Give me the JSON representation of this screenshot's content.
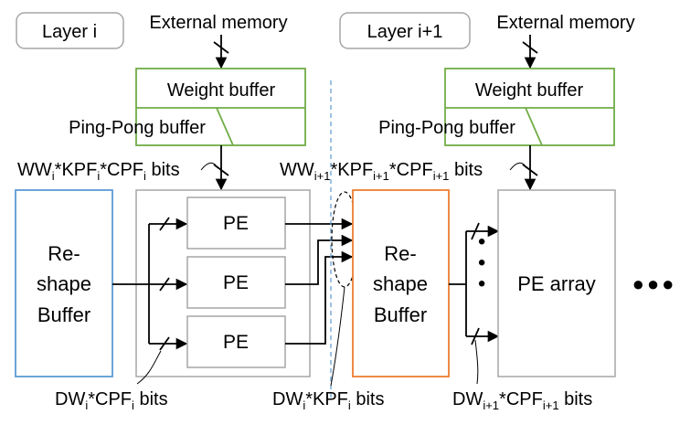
{
  "colors": {
    "weight_buffer_border": "#70ad47",
    "left_reshape_border": "#5b9bd5",
    "right_reshape_border": "#ed7d31",
    "group_border": "#a6a6a6",
    "divider": "#5b9bd5",
    "line": "#000000"
  },
  "layers": {
    "left": "Layer i",
    "right": "Layer i+1"
  },
  "external_memory": {
    "left": "External memory",
    "right": "External memory"
  },
  "weight_buffer": {
    "left": {
      "title": "Weight buffer",
      "pingpong": "Ping-Pong buffer"
    },
    "right": {
      "title": "Weight buffer",
      "pingpong": "Ping-Pong buffer"
    }
  },
  "weight_bus": {
    "left": {
      "p1": "WW",
      "s1": "i",
      "p2": "*KPF",
      "s2": "i",
      "p3": "*CPF",
      "s3": "i",
      "p4": " bits"
    },
    "right": {
      "p1": "WW",
      "s1": "i+1",
      "p2": "*KPF",
      "s2": "i+1",
      "p3": "*CPF",
      "s3": "i+1",
      "p4": " bits"
    }
  },
  "reshape_buffer": {
    "left": {
      "line1": "Re-",
      "line2": "shape",
      "line3": "Buffer"
    },
    "right": {
      "line1": "Re-",
      "line2": "shape",
      "line3": "Buffer"
    }
  },
  "pe_units": [
    "PE",
    "PE",
    "PE"
  ],
  "pe_array": "PE array",
  "ellipsis": "●●●",
  "vertical_dots": "●●●",
  "bottom_labels": {
    "left": {
      "p1": "DW",
      "s1": "i",
      "p2": "*CPF",
      "s2": "i",
      "p3": " bits"
    },
    "mid": {
      "p1": "DW",
      "s1": "i",
      "p2": "*KPF",
      "s2": "i",
      "p3": " bits"
    },
    "right": {
      "p1": "DW",
      "s1": "i+1",
      "p2": "*CPF",
      "s2": "i+1",
      "p3": " bits"
    }
  }
}
